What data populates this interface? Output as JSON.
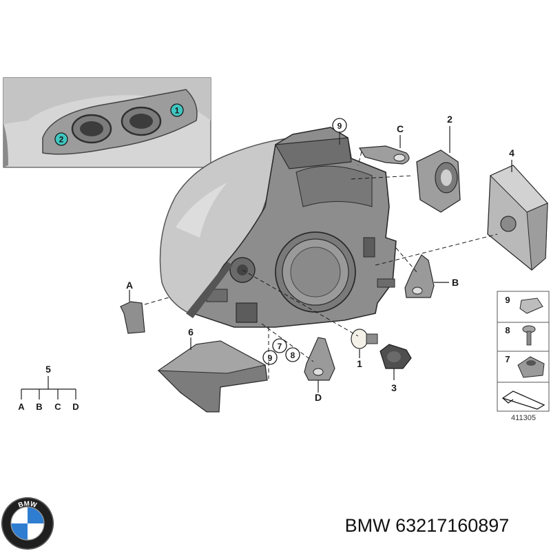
{
  "labels": {
    "one": "1",
    "two": "2",
    "three": "3",
    "four": "4",
    "five": "5",
    "six": "6",
    "seven": "7",
    "eight": "8",
    "nine": "9",
    "a": "A",
    "b": "B",
    "c": "C",
    "d": "D"
  },
  "inset_callouts": {
    "first": "1",
    "second": "2"
  },
  "legend_items": {
    "nine": "9",
    "eight": "8",
    "seven": "7"
  },
  "tree": {
    "root": "5",
    "leaves": [
      "A",
      "B",
      "C",
      "D"
    ]
  },
  "reference_number": "411305",
  "brand_caption": "BMW 63217160897",
  "logo": {
    "letters": "BMW"
  },
  "colors": {
    "line": "#1a1a1a",
    "housing_dark": "#6e6e6e",
    "housing_mid": "#8d8d8d",
    "housing_light": "#b5b5b5",
    "lens": "#c9c9c9",
    "inset_bg": "#cfcfcf",
    "callout_teal": "#3fc6c0",
    "bmw_blue": "#2f7dd1"
  }
}
